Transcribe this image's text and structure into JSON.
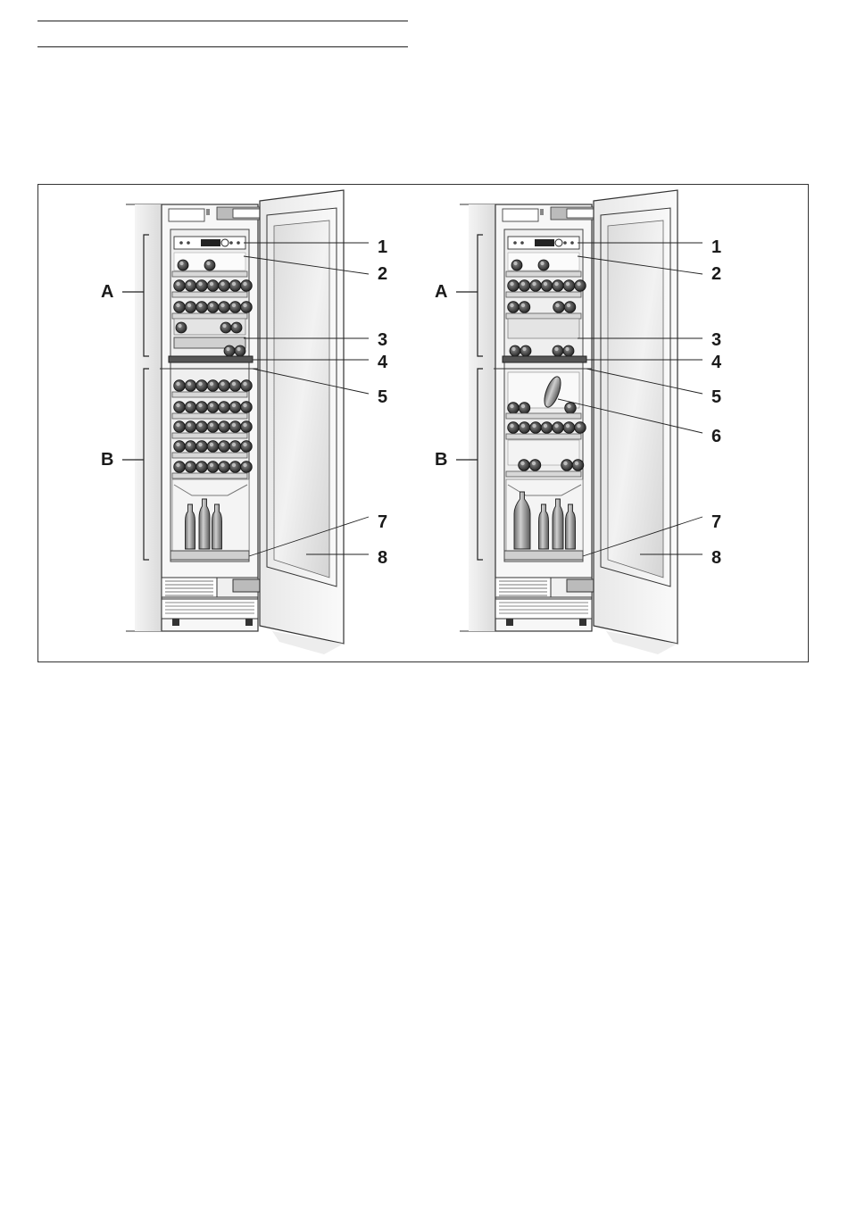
{
  "figure": {
    "left": {
      "callouts": [
        "1",
        "2",
        "3",
        "4",
        "5",
        "7",
        "8"
      ],
      "zones": [
        "A",
        "B"
      ]
    },
    "right": {
      "callouts": [
        "1",
        "2",
        "3",
        "4",
        "5",
        "6",
        "7",
        "8"
      ],
      "zones": [
        "A",
        "B"
      ]
    }
  }
}
